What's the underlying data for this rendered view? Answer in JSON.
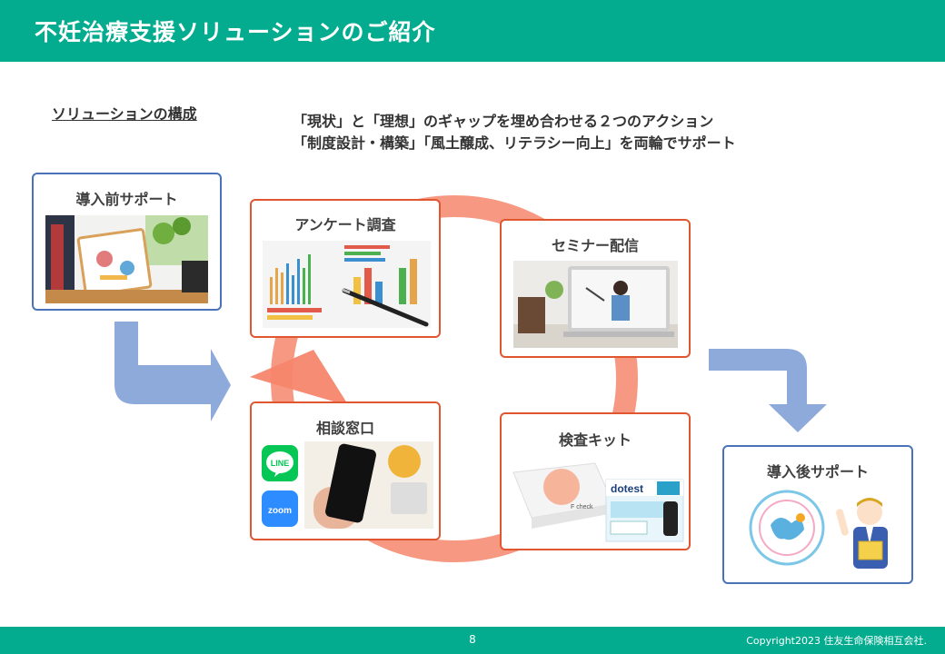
{
  "header": {
    "title": "不妊治療支援ソリューションのご紹介"
  },
  "section_label": "ソリューションの構成",
  "tagline": {
    "line1": "「現状」と「理想」のギャップを埋め合わせる２つのアクション",
    "line2": "「制度設計・構築」「風土醸成、リテラシー向上」を両輪でサポート"
  },
  "boxes": {
    "pre_support": "導入前サポート",
    "survey": "アンケート調査",
    "seminar": "セミナー配信",
    "consult": "相談窓口",
    "kit": "検査キット",
    "post_support": "導入後サポート"
  },
  "consult_icons": {
    "line": "LINE",
    "zoom": "zoom"
  },
  "kit_labels": {
    "fcheck": "F check",
    "dotest": "dotest"
  },
  "footer": {
    "page": "8",
    "copyright": "Copyright2023 住友生命保険相互会社."
  },
  "colors": {
    "header": "#03ac8f",
    "cycle": "#f6866c",
    "arrow": "#8eaadb",
    "box_red": "#e0562f",
    "box_blue": "#4a72b8"
  }
}
